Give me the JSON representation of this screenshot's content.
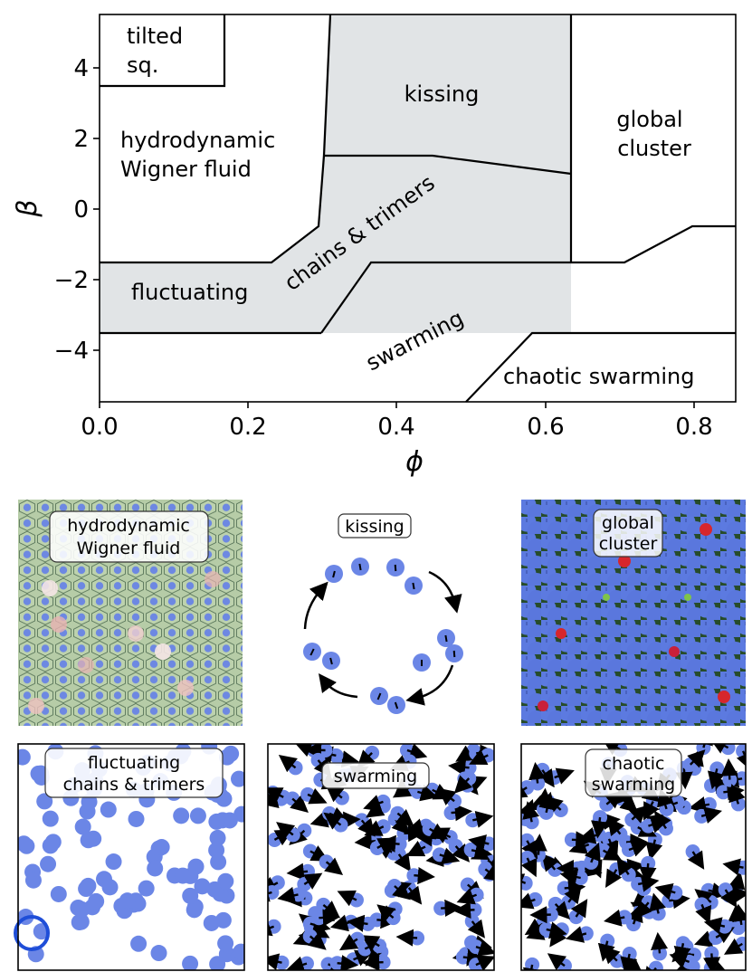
{
  "phase_diagram": {
    "x_axis_label": "ϕ",
    "y_axis_label": "β",
    "x_ticks": [
      "0.0",
      "0.2",
      "0.4",
      "0.6",
      "0.8"
    ],
    "y_ticks": [
      "4",
      "2",
      "0",
      "−2",
      "−4"
    ],
    "regions": {
      "tilted_line1": "tilted",
      "tilted_line2": "sq.",
      "kissing": "kissing",
      "global_line1": "global",
      "global_line2": "cluster",
      "wigner_line1": "hydrodynamic",
      "wigner_line2": "Wigner fluid",
      "chains": "chains & trimers",
      "fluctuating": "fluctuating",
      "swarming": "swarming",
      "chaotic": "chaotic swarming"
    },
    "colors": {
      "shaded": "#e1e4e6",
      "line": "#000000"
    }
  },
  "panels": {
    "wigner": {
      "line1": "hydrodynamic",
      "line2": "Wigner fluid"
    },
    "kissing": {
      "label": "kissing"
    },
    "global": {
      "line1": "global",
      "line2": "cluster"
    },
    "fluctuating": {
      "line1": "fluctuating",
      "line2": "chains & trimers"
    },
    "swarming": {
      "label": "swarming"
    },
    "chaotic": {
      "line1": "chaotic",
      "line2": "swarming"
    },
    "colors": {
      "particle": "#6b86e6",
      "particle_dark": "#1f4ed8",
      "cell_fill": "#b7cfa6",
      "cell_edge": "#4a6a4a",
      "cluster_bg": "#4f6fd8"
    }
  }
}
